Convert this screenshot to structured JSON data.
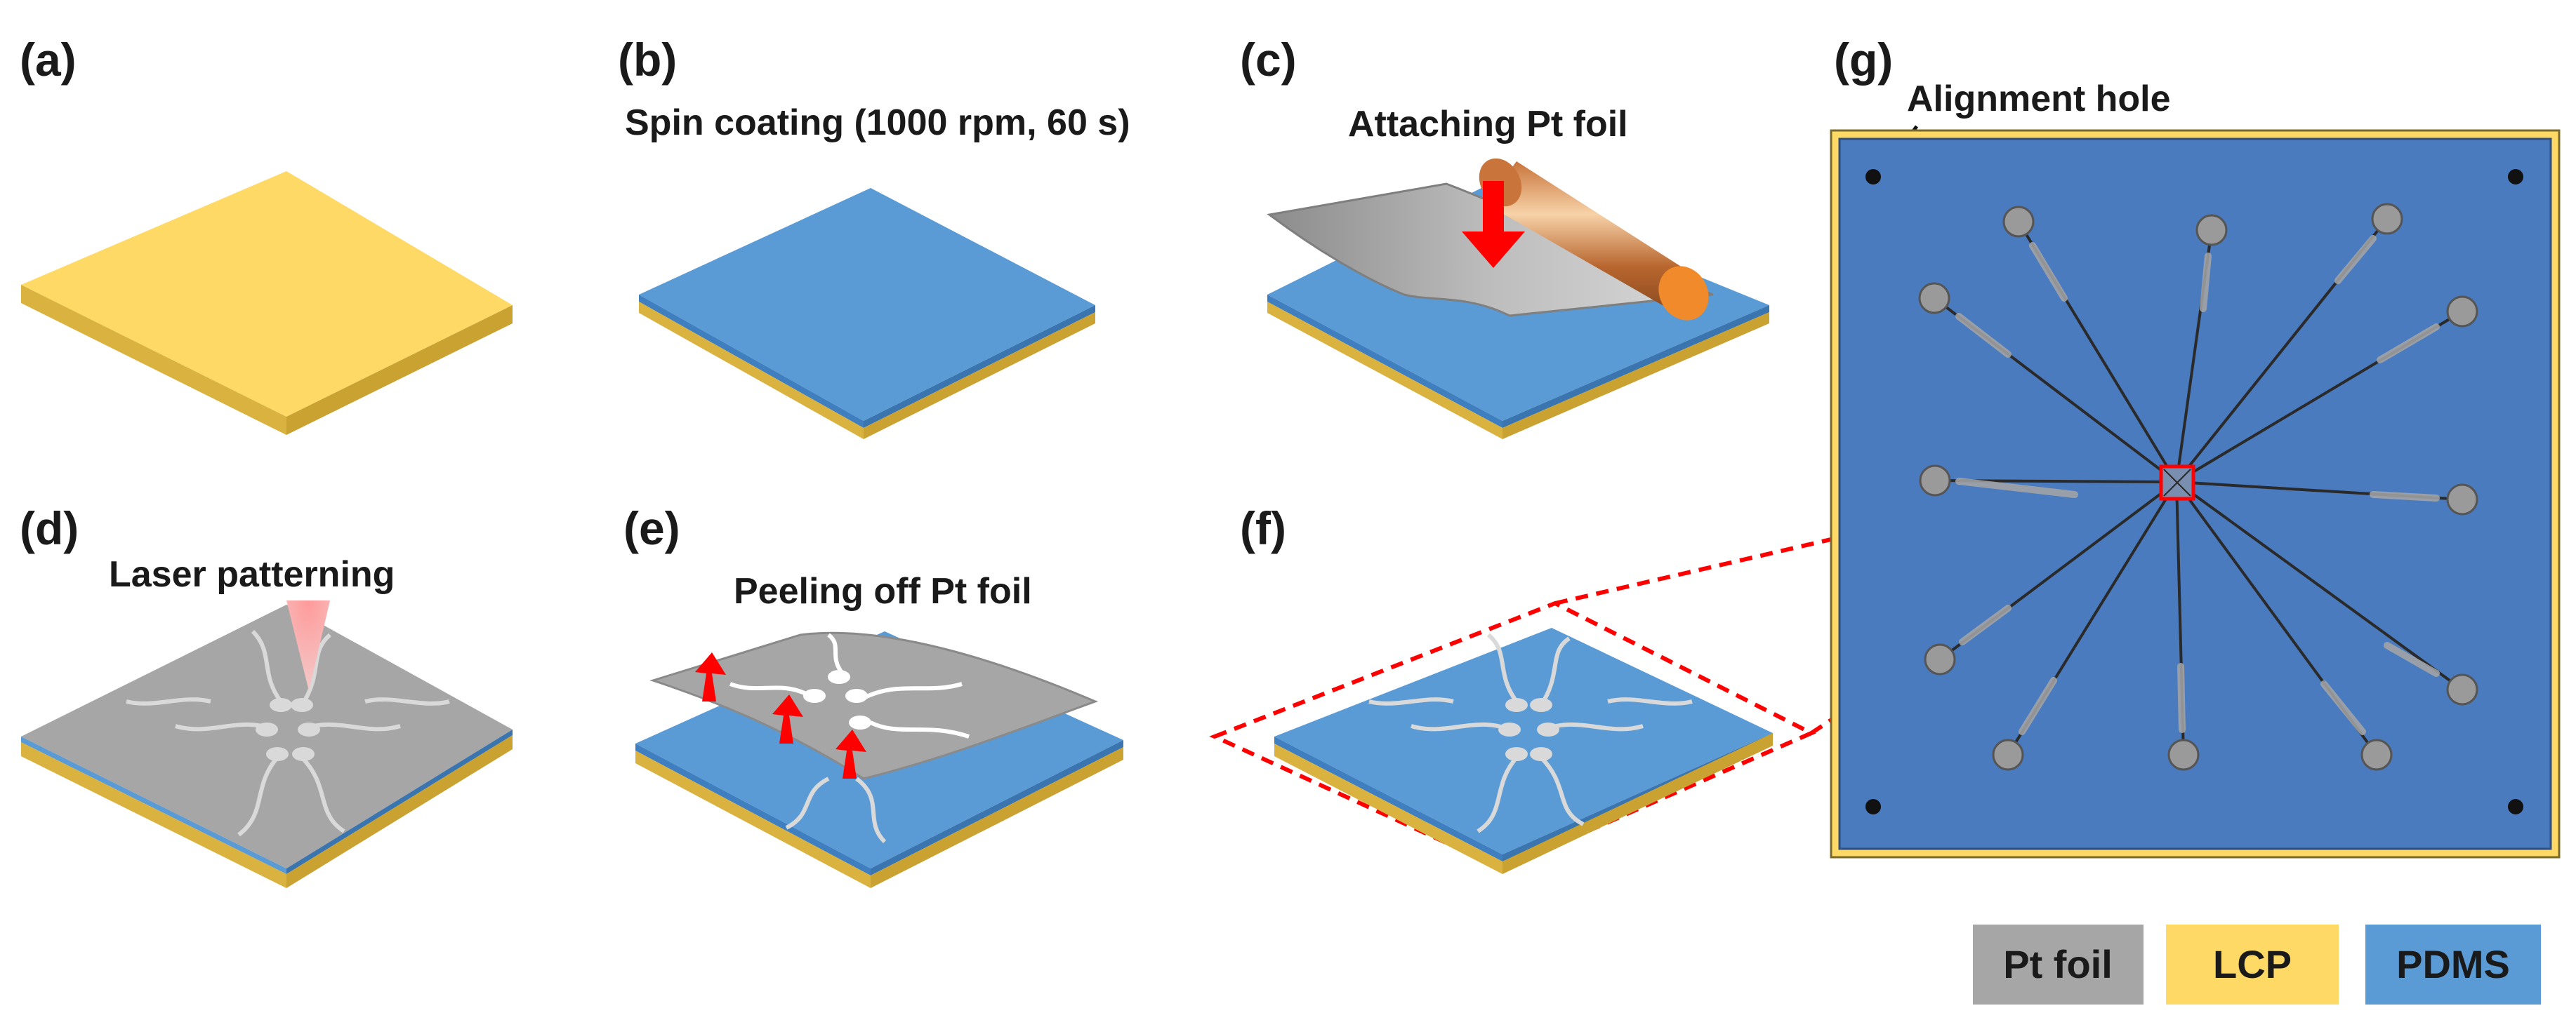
{
  "panels": {
    "a": {
      "label": "(a)"
    },
    "b": {
      "label": "(b)",
      "caption": "Spin coating (1000 rpm, 60 s)"
    },
    "c": {
      "label": "(c)",
      "caption": "Attaching Pt foil"
    },
    "d": {
      "label": "(d)",
      "caption": "Laser patterning"
    },
    "e": {
      "label": "(e)",
      "caption": "Peeling off Pt foil"
    },
    "f": {
      "label": "(f)"
    },
    "g": {
      "label": "(g)",
      "annotation": "Alignment hole"
    }
  },
  "legend": [
    {
      "label": "Pt foil",
      "color": "#a6a6a6"
    },
    {
      "label": "LCP",
      "color": "#ffd966"
    },
    {
      "label": "PDMS",
      "color": "#5b9bd5"
    }
  ],
  "colors": {
    "lcp": "#ffd966",
    "pdms": "#5b9bd5",
    "pt": "#a6a6a6",
    "arrow": "#ff0000",
    "device_pdms": "#4a7bbf"
  }
}
